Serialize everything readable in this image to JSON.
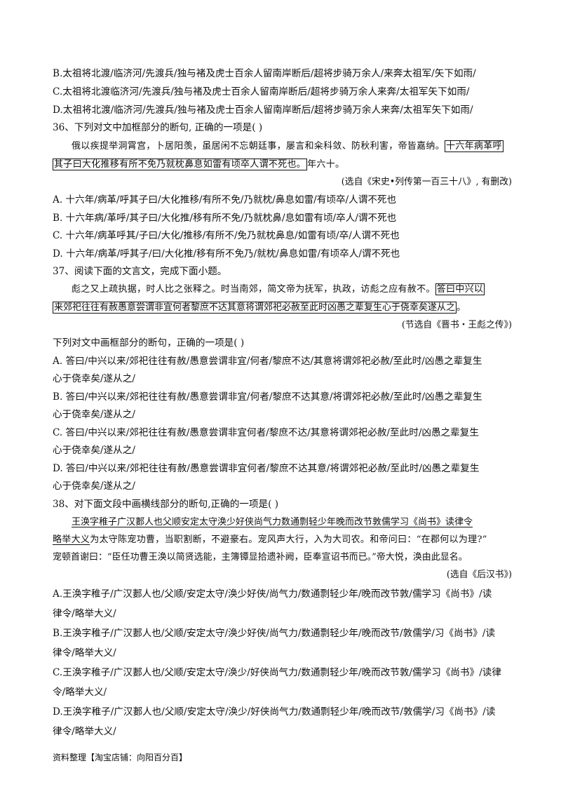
{
  "q35_options": {
    "B": "B.太祖将北渡/临济河/先渡兵/独与褚及虎士百余人留南岸断后/超将步骑万余人/来奔太祖军/矢下如雨/",
    "C": "C.太祖将北渡临济河/先渡兵/独与褚及虎士百余人留南岸断后/超将步骑万余人来奔/太祖军矢下如雨/",
    "D": "D.太祖将北渡/临济河/先渡兵/独与褚及虎士百余人留南岸断后/超将步骑万余人来奔/太祖军矢下如雨/"
  },
  "q36": {
    "stem": "36、下列对文中加框部分的断句, 正确的一项是(      )",
    "passage_line1": "俄以疾提举洞霄宫，卜居阳羡，虽居闲不忘朝廷事，屡言和籴科敛、防秋利害，帝皆嘉纳。",
    "boxed_part1": "十六年病革呼",
    "boxed_part2": "其子曰大化推移有所不免乃就枕鼻息如雷有顷卒人谓不死也。",
    "passage_tail": "年六十。",
    "source": "(选自《宋史•列传第一百三十八》, 有删改)",
    "options": [
      "A. 十六年/病革/呼其子曰/大化推移/有所不免/乃就枕/鼻息如雷/有顷卒/人谓不死也",
      "B. 十六年病/革呼/其子曰/大化推/移有所不免/乃就枕鼻/息如雷有顷/卒人/谓不死也",
      "C. 十六年/病革呼其/子曰/大化/推移/有所不/免乃就枕鼻息/如雷有顷/卒/人谓不死也",
      "D. 十六年/病革/呼其子/曰/大化推/移有所不免乃/就枕/鼻息如雷/有顷卒人/谓不死也"
    ]
  },
  "q37": {
    "stem": "37、阅读下面的文言文，完成下面小题。",
    "passage_line1": "彪之又上疏执据，时人比之张释之。时当南郊，简文帝为抚军，执政，访彪之应有赦不。",
    "boxed_part1": "答曰中兴以",
    "boxed_part2": "来郊祀往往有赦愚意尝谓非宜何者黎庶不达其意将谓郊祀必赦至此时凶愚之辈复生心于侥幸矣遂从之",
    "passage_tail": "。",
    "source": "(节选自《晋书・王彪之传》)",
    "prompt": "下列对文中画框部分的断句，正确的一项是(      )",
    "options": [
      [
        "A. 答曰/中兴以来/郊祀往往有赦/愚意尝谓非宜/何者/黎庶不达/其意将谓郊祀必赦/至此时/凶愚之辈复生",
        "心于侥幸矣/遂从之/"
      ],
      [
        "B. 答曰/中兴以来/郊祀往往有赦/愚意尝谓非宜/何者/黎庶不达其意/将谓郊祀必赦/至此时/凶愚之辈复生",
        "心于侥幸矣/遂从之/"
      ],
      [
        "C. 答曰/中兴以来/郊祀往往有赦/愚意尝谓非宜何者/黎庶不达/其意将谓郊祀必赦/至此时/凶愚之辈复生",
        "心于侥幸矣/遂从之/"
      ],
      [
        "D. 答曰/中兴以来/郊祀往往有赦/愚意尝谓非宜何者/黎庶不达其意/将谓郊祀必赦/至此时/凶愚之辈复生",
        "心于侥幸矣/遂从之/"
      ]
    ]
  },
  "q38": {
    "stem": "38、对下面文段中画横线部分的断句,正确的一项是(      )",
    "underlined_part1": "王涣字稚子广汉郪人也父顺安定太守涣少好侠尚气力数通剽轻少年晚而改节敦儒学习《尚书》读律令",
    "underlined_part2": "略举大义",
    "passage_tail2": "为太守陈宠功曹，当职割断，不避豪右。宠风声大行，入为大司农。和帝问曰：“在郡何以为理?”",
    "passage_line3": "宠顿首谢曰：“臣任功曹王涣以简贤选能，主簿镡显拾遗补阙，臣奉宣诏书而已。”帝大悦，涣由此显名。",
    "source": "(选自《后汉书》)",
    "options": [
      [
        "A.王涣字稚子/广汉郪人也/父顺/安定太守/涣少好侠/尚气力/数通剽轻少年/晚而改节敦/儒学习《尚书》/读",
        "律令/略举大义/"
      ],
      [
        "B.王涣字稚子/广汉郪人也/父顺/安定太守/涣少好侠/尚气力/数通剽轻少年/晚而改节/敦儒学/习《尚书》/读",
        "律令/略举大义/"
      ],
      [
        "C.王涣字稚子/广汉郪人也/父顺/安定太守/涣少/好侠尚气力/数通剽轻少年/晚而改节敦/儒学习《尚书》/读律",
        "令/略举大义/"
      ],
      [
        "D.王涣字稚子/广汉郪人也/父顺/安定太守/涣少/好侠尚气力/数通剽轻少年/晚而改节/敦儒学/习《尚书》/读",
        "律令/略举大义/"
      ]
    ]
  },
  "footer": "资料整理【淘宝店铺：向阳百分百】"
}
